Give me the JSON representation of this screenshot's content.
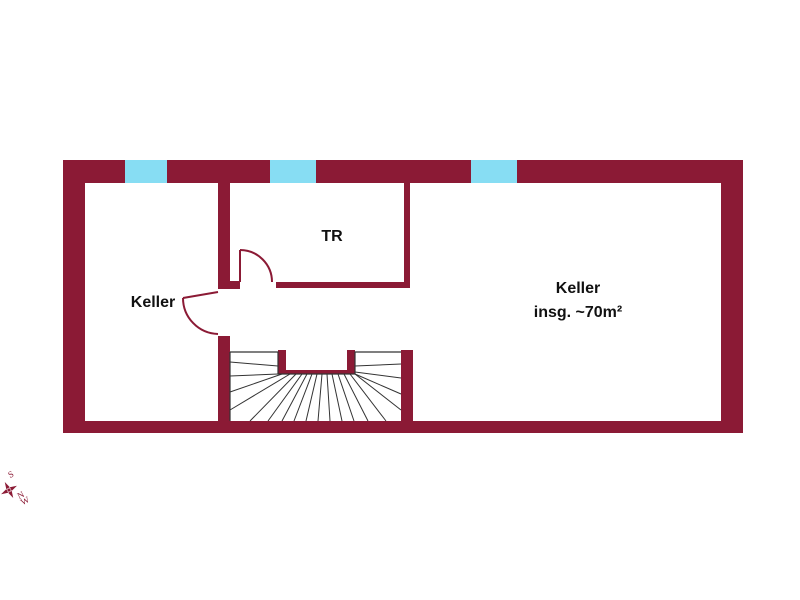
{
  "colors": {
    "wall": "#8b1a35",
    "window": "#87ddf3",
    "stair_line": "#333333",
    "background": "#ffffff"
  },
  "rooms": {
    "keller_left": {
      "label": "Keller"
    },
    "tr": {
      "label": "TR"
    },
    "keller_main": {
      "label": "Keller",
      "area": "insg. ~70m²"
    }
  },
  "compass": {
    "icon": "compass-rose-icon",
    "south": "S",
    "west": "W",
    "north": "N"
  }
}
